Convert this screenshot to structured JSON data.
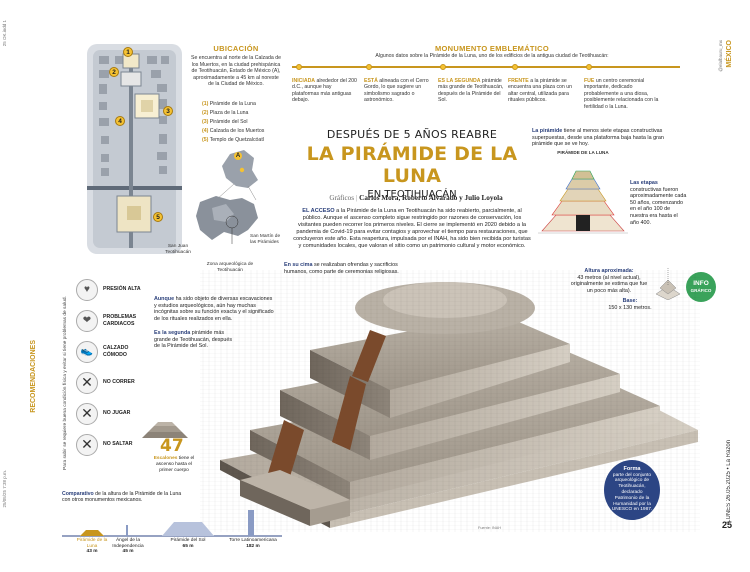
{
  "page": {
    "section_vertical": "MÉXICO",
    "section_sub": "@elalbauru_mx",
    "page_number": "25",
    "footer_vertical": "LUNES 26.05.2025 • La Razón",
    "left_margin_vertical_top": "25 OK.indd  1",
    "left_margin_vertical_bottom": "25/05/25   7:38 p.m."
  },
  "ubicacion": {
    "title": "UBICACIÓN",
    "text": "Se encuentra al norte de la Calzada de los Muertos, en la ciudad prehispánica de Teotihuacán, Estado de México (A), aproximadamente a 45 km al noreste de la Ciudad de México.",
    "items": [
      {
        "num": "1",
        "label": "Pirámide de la Luna"
      },
      {
        "num": "2",
        "label": "Plaza de la Luna"
      },
      {
        "num": "3",
        "label": "Pirámide del Sol"
      },
      {
        "num": "4",
        "label": "Calzada de los Muertos"
      },
      {
        "num": "5",
        "label": "Templo de Quetzalcóatl"
      }
    ],
    "map_labels": {
      "a": "A",
      "san_juan": "San Juan Teotihuacán",
      "san_martin": "San Martín de las Pirámides",
      "zona": "Zona arqueológica de Teotihuacán"
    }
  },
  "monumento": {
    "title": "MONUMENTO EMBLEMÁTICO",
    "subtitle": "Algunos datos sobre la Pirámide de la Luna, uno de los edificios de la antigua ciudad de Teotihuacán:",
    "timeline": [
      {
        "head": "INICIADA",
        "text": "alrededor del 200 d.C., aunque hay plataformas más antiguas debajo."
      },
      {
        "head": "ESTÁ",
        "text": "alineada con el Cerro Gordo, lo que sugiere un simbolismo sagrado o astronómico."
      },
      {
        "head": "ES LA SEGUNDA",
        "text": "pirámide más grande de Teotihuacán, después de la Pirámide del Sol."
      },
      {
        "head": "FRENTE",
        "text": "a la pirámide se encuentra una plaza con un altar central, utilizada para rituales públicos."
      },
      {
        "head": "FUE",
        "text": "un centro ceremonial importante, dedicado probablemente a una diosa, posiblemente relacionada con la fertilidad o la Luna."
      }
    ]
  },
  "headline": {
    "kicker": "DESPUÉS DE 5 AÑOS REABRE",
    "main": "LA PIRÁMIDE DE LA LUNA",
    "place": "EN TEOTIHUACÁN",
    "credits_label": "Gráficos",
    "credits": "Carlos Mora, Roberto Alvarado y Julio Loyola"
  },
  "intro": {
    "lead": "EL ACCESO",
    "text": "a la Pirámide de la Luna en Teotihuacán ha sido reabierto, parcialmente, al público. Aunque el ascenso completo sigue restringido por razones de conservación, los visitantes pueden recorrer los primeros niveles. El cierre se implementó en 2020 debido a la pandemia de Covid-19 para evitar contagios y aprovechar el tiempo para restauraciones, que concluyeron este año. Esta reapertura, impulsada por el INAH, ha sido bien recibida por turistas y comunidades locales, que valoran el sitio como un patrimonio cultural y motor económico."
  },
  "etapas": {
    "lead": "La pirámide",
    "text": "tiene al menos siete etapas constructivas superpuestas, desde una plataforma baja hasta la gran pirámide que se ve hoy.",
    "diagram_label": "PIRÁMIDE DE LA LUNA",
    "head": "Las etapas",
    "desc": "constructivas fueron aproximadamente cada 50 años, comenzando en el año 100 de nuestra era hasta el año 400."
  },
  "info_badge": {
    "line1": "INFO",
    "line2": "GRÁFICO"
  },
  "annotations": {
    "cima_lead": "En su cima",
    "cima": "se realizaban ofrendas y sacrificios humanos, como parte de ceremonias religiosas.",
    "aunque_lead": "Aunque",
    "aunque": "ha sido objeto de diversas excavaciones y estudios arqueológicos, aún hay muchas incógnitas sobre su función exacta y el significado de los rituales realizados en ella.",
    "segunda_lead": "Es la segunda",
    "segunda": "pirámide más grande de Teotihuacán, después de la Pirámide del Sol.",
    "altura_head": "Altura aproximada:",
    "altura": "43 metros (al nivel actual), originalmente se estima que fue un poco más alta).",
    "base_head": "Base:",
    "base": "150 x 130 metros.",
    "forma_head": "Forma",
    "forma": "parte del conjunto arqueológico de Teotihuacán, declarado Patrimonio de la Humanidad por la UNESCO en 1987.",
    "fuente": "Fuente: INAH"
  },
  "recomendaciones": {
    "title": "RECOMENDACIONES",
    "subtitle": "Para subir se requiere buena condición física y evitar si tiene problemas de salud.",
    "items": [
      {
        "label": "PRESIÓN ALTA",
        "icon": "heart-pressure-icon"
      },
      {
        "label": "PROBLEMAS CARDIACOS",
        "icon": "heart-icon"
      },
      {
        "label": "CALZADO CÓMODO",
        "icon": "shoe-icon"
      },
      {
        "label": "NO CORRER",
        "icon": "no-run-icon"
      },
      {
        "label": "NO JUGAR",
        "icon": "no-play-icon"
      },
      {
        "label": "NO SALTAR",
        "icon": "no-jump-icon"
      }
    ]
  },
  "escalones": {
    "number": "47",
    "label": "Escalones",
    "text": "tiene el ascenso hasta el primer cuerpo"
  },
  "comparativo": {
    "lead": "Comparativo",
    "text": "de la altura de la Pirámide de la Luna con otros monumentos mexicanos.",
    "items": [
      {
        "name": "Pirámide de la Luna",
        "height": "43 m",
        "highlight": true
      },
      {
        "name": "Ángel de la Independencia",
        "height": "45 m",
        "highlight": false
      },
      {
        "name": "Pirámide del Sol",
        "height": "65 m",
        "highlight": false
      },
      {
        "name": "Torre Latinoamericana",
        "height": "182 m",
        "highlight": false
      }
    ]
  }
}
